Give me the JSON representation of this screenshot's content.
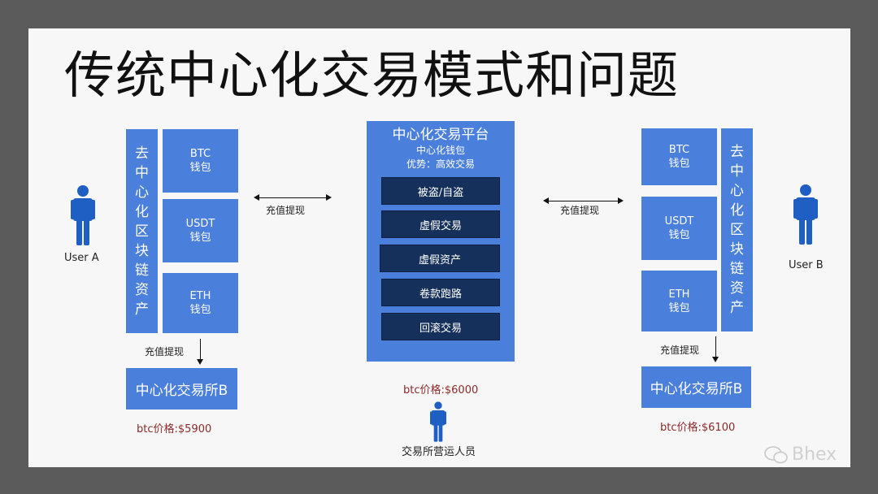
{
  "title": "传统中心化交易模式和问题",
  "left": {
    "user": "User A",
    "decentral_chars": [
      "去",
      "中",
      "心",
      "化",
      "区",
      "块",
      "链",
      "资",
      "产"
    ],
    "wallets": [
      {
        "line1": "BTC",
        "line2": "钱包"
      },
      {
        "line1": "USDT",
        "line2": "钱包"
      },
      {
        "line1": "ETH",
        "line2": "钱包"
      }
    ],
    "transfer_label": "充值提现",
    "exchange": "中心化交易所B",
    "price": "btc价格:$5900"
  },
  "center": {
    "platform_title": "中心化交易平台",
    "platform_sub1": "中心化钱包",
    "platform_sub2": "优势：高效交易",
    "risks": [
      "被盗/自盗",
      "虚假交易",
      "虚假资产",
      "卷款跑路",
      "回滚交易"
    ],
    "price": "btc价格:$6000",
    "operator": "交易所营运人员",
    "left_transfer": "充值提现",
    "right_transfer": "充值提现"
  },
  "right": {
    "user": "User B",
    "decentral_chars": [
      "去",
      "中",
      "心",
      "化",
      "区",
      "块",
      "链",
      "资",
      "产"
    ],
    "wallets": [
      {
        "line1": "BTC",
        "line2": "钱包"
      },
      {
        "line1": "USDT",
        "line2": "钱包"
      },
      {
        "line1": "ETH",
        "line2": "钱包"
      }
    ],
    "transfer_label": "充值提现",
    "exchange": "中心化交易所B",
    "price": "btc价格:$6100"
  },
  "watermark": "Bhex",
  "colors": {
    "block": "#4a7fdc",
    "risk": "#16305c",
    "price": "#8b2a2a",
    "person": "#1f5fc4"
  }
}
